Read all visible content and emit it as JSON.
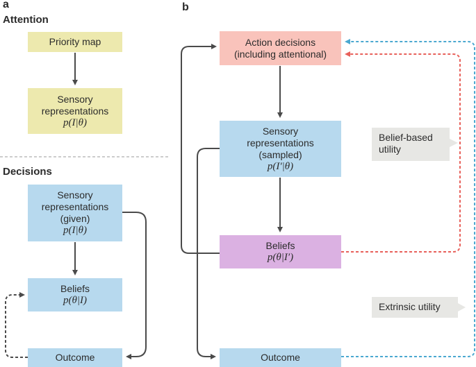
{
  "panel_a": {
    "letter": "a",
    "attention_title": "Attention",
    "decisions_title": "Decisions",
    "priority_map": "Priority map",
    "sensory_top": {
      "line1": "Sensory",
      "line2": "representations",
      "formula": "p(I|θ)"
    },
    "sensory_given": {
      "line1": "Sensory",
      "line2": "representations",
      "line3": "(given)",
      "formula": "p(I|θ)"
    },
    "beliefs": {
      "line1": "Beliefs",
      "formula": "p(θ|I)"
    },
    "outcome": "Outcome"
  },
  "panel_b": {
    "letter": "b",
    "action": {
      "line1": "Action decisions",
      "line2": "(including attentional)"
    },
    "sensory_sampled": {
      "line1": "Sensory",
      "line2": "representations",
      "line3": "(sampled)",
      "formula": "p(I′|θ)"
    },
    "beliefs": {
      "line1": "Beliefs",
      "formula": "p(θ|I′)"
    },
    "outcome": "Outcome",
    "belief_utility": {
      "line1": "Belief-based",
      "line2": "utility"
    },
    "extrinsic_utility": "Extrinsic utility"
  },
  "colors": {
    "yellow": "#ede9ae",
    "blue": "#b7d9ee",
    "pink": "#f9c3bb",
    "purple": "#dbb1e2",
    "arrow": "#4a4a4a",
    "red_dashed": "#e8605a",
    "blue_dashed": "#4aa8d0",
    "callout": "#e7e7e4"
  }
}
